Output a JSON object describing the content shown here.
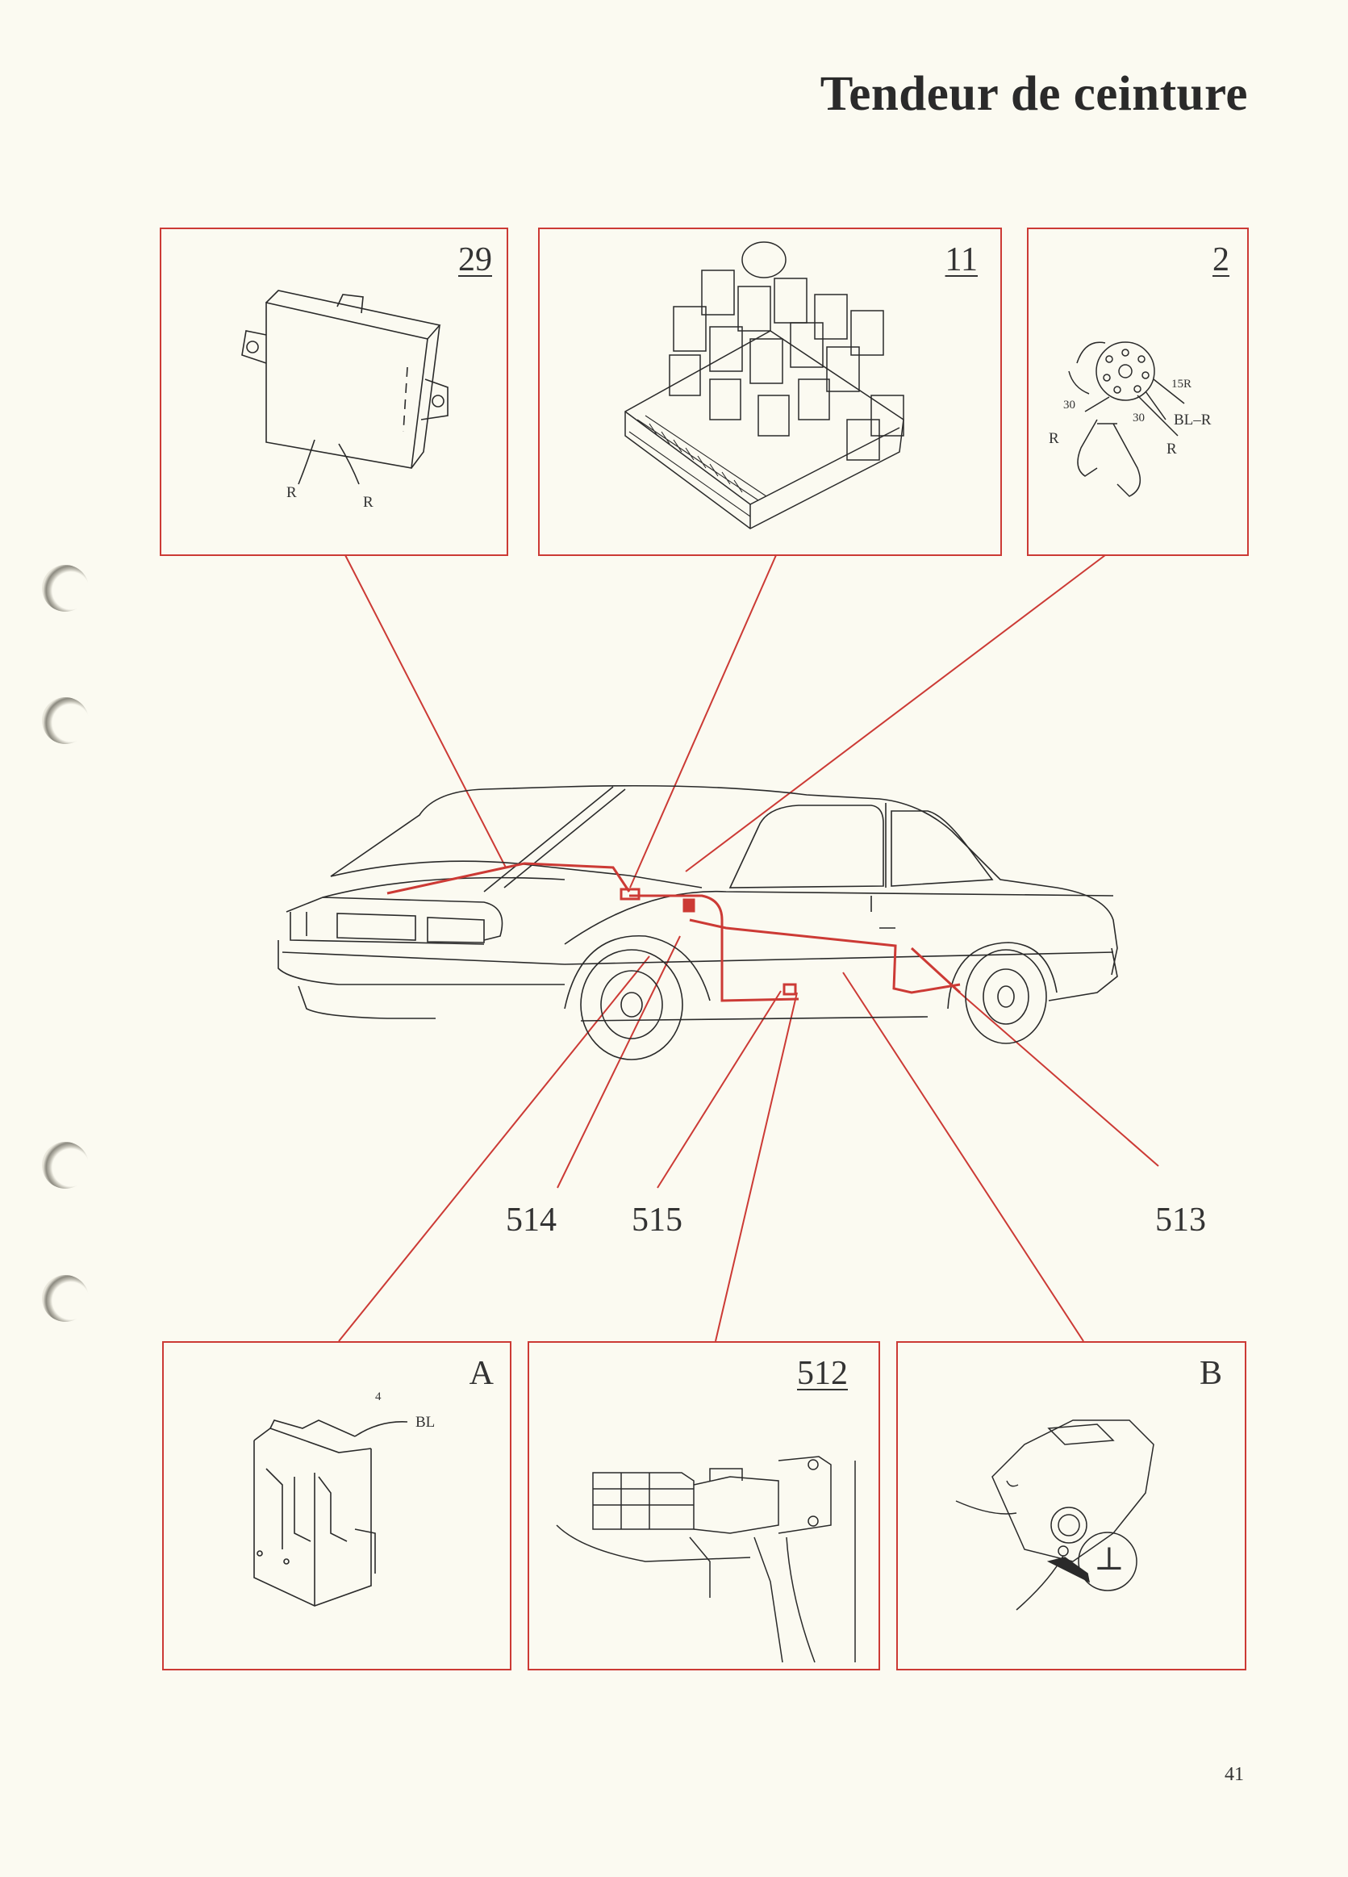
{
  "page": {
    "title": "Tendeur de ceinture",
    "page_number": "41"
  },
  "colors": {
    "accent_red": "#cc3a35",
    "paper": "#fbfaf1",
    "ink": "#222222"
  },
  "boxes": {
    "box_29": {
      "number": "29",
      "labels": {
        "wire_1": "R",
        "wire_2": "R"
      }
    },
    "box_11": {
      "number": "11"
    },
    "box_2": {
      "number": "2",
      "labels": {
        "pin_30_a": "30",
        "pin_30_b": "30",
        "pin_15r": "15R",
        "wire_blr": "BL–R",
        "wire_r_left": "R",
        "wire_r_right": "R"
      }
    },
    "box_a": {
      "number": "A",
      "labels": {
        "pin": "4",
        "wire": "BL"
      }
    },
    "box_512": {
      "number": "512"
    },
    "box_b": {
      "number": "B",
      "ground_symbol": "⊥"
    }
  },
  "callouts": {
    "c514": "514",
    "c515": "515",
    "c513": "513"
  },
  "icons": [
    "control-unit-icon",
    "relay-box-icon",
    "ignition-switch-icon",
    "connector-icon",
    "component-bracket-icon",
    "ground-point-icon",
    "car-icon"
  ]
}
